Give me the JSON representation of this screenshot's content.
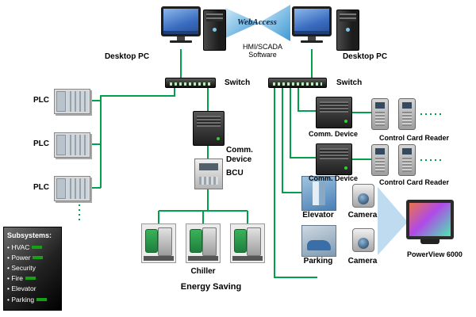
{
  "labels": {
    "desktop_pc_left": "Desktop PC",
    "desktop_pc_right": "Desktop PC",
    "webaccess": "WebAccess",
    "hmi_scada": "HMI/SCADA Software",
    "switch_left": "Switch",
    "switch_right": "Switch",
    "plc_1": "PLC",
    "plc_2": "PLC",
    "plc_3": "PLC",
    "comm_device_center": "Comm. Device",
    "comm_device_right_1": "Comm. Device",
    "comm_device_right_2": "Comm. Device",
    "bcu": "BCU",
    "chiller": "Chiller",
    "energy_saving": "Energy Saving",
    "card_reader_1": "Control Card Reader",
    "card_reader_2": "Control Card Reader",
    "elevator": "Elevator",
    "camera_1": "Camera",
    "camera_2": "Camera",
    "parking": "Parking",
    "powerview": "PowerView 6000"
  },
  "subsystems": {
    "title": "Subsystems:",
    "items": [
      "HVAC",
      "Power",
      "Security",
      "Fire",
      "Elevator",
      "Parking"
    ]
  },
  "colors": {
    "line_green": "#00a04c",
    "accent_blue": "#7fb7e0",
    "logo_blue": "#2e8fd0"
  }
}
